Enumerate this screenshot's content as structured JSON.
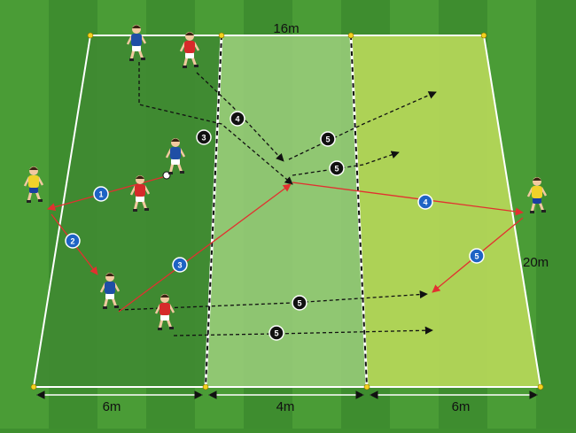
{
  "diagram": {
    "title_dimension": "16m",
    "side_dimension": "20m",
    "bottom_dimensions": [
      "6m",
      "4m",
      "6m"
    ],
    "colors": {
      "grass_dark": "#3d8b2f",
      "grass_light": "#57a93c",
      "zone_left": "#2f7a2c",
      "zone_mid": "#a9d48a",
      "zone_right": "#b9d85a",
      "team_blue": "#1f4fa5",
      "team_red": "#d62a2a",
      "neutral_yellow": "#f0d22a",
      "pass_arrow": "#e23030",
      "run_arrow": "#111111",
      "badge_blue": "#1e63c4",
      "badge_black": "#111111"
    },
    "badges": [
      {
        "n": "1",
        "style": "blue"
      },
      {
        "n": "2",
        "style": "blue"
      },
      {
        "n": "3",
        "style": "blue"
      },
      {
        "n": "3",
        "style": "black"
      },
      {
        "n": "4",
        "style": "black"
      },
      {
        "n": "4",
        "style": "blue"
      },
      {
        "n": "5",
        "style": "black"
      },
      {
        "n": "5",
        "style": "black"
      },
      {
        "n": "5",
        "style": "blue"
      },
      {
        "n": "5",
        "style": "black"
      },
      {
        "n": "5",
        "style": "black"
      }
    ],
    "players": [
      {
        "team": "blue",
        "icon": "player-blue-icon"
      },
      {
        "team": "red",
        "icon": "player-red-icon"
      },
      {
        "team": "blue",
        "icon": "player-blue-icon"
      },
      {
        "team": "red",
        "icon": "player-red-icon"
      },
      {
        "team": "yellow",
        "icon": "player-yellow-icon"
      },
      {
        "team": "blue",
        "icon": "player-blue-icon"
      },
      {
        "team": "red",
        "icon": "player-red-icon"
      },
      {
        "team": "yellow",
        "icon": "player-yellow-icon"
      }
    ]
  }
}
